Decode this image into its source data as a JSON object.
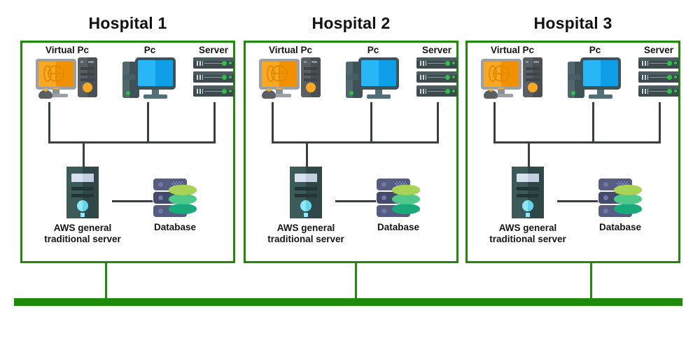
{
  "diagram": {
    "bus": {
      "name": "network-bus",
      "color": "#1f8a07"
    },
    "frame_color": "#1f8a07",
    "link_color": "#3a3f42",
    "hospitals": [
      {
        "title": "Hospital 1",
        "nodes": [
          {
            "label": "Virtual Pc",
            "icon": "virtual-pc-icon"
          },
          {
            "label": "Pc",
            "icon": "pc-icon"
          },
          {
            "label": "Server",
            "icon": "server-rack-icon"
          }
        ],
        "server": {
          "label": "AWS general\ntraditional server",
          "icon": "aws-server-tower-icon"
        },
        "database": {
          "label": "Database",
          "icon": "database-icon"
        }
      },
      {
        "title": "Hospital 2",
        "nodes": [
          {
            "label": "Virtual Pc",
            "icon": "virtual-pc-icon"
          },
          {
            "label": "Pc",
            "icon": "pc-icon"
          },
          {
            "label": "Server",
            "icon": "server-rack-icon"
          }
        ],
        "server": {
          "label": "AWS general\ntraditional server",
          "icon": "aws-server-tower-icon"
        },
        "database": {
          "label": "Database",
          "icon": "database-icon"
        }
      },
      {
        "title": "Hospital 3",
        "nodes": [
          {
            "label": "Virtual Pc",
            "icon": "virtual-pc-icon"
          },
          {
            "label": "Pc",
            "icon": "pc-icon"
          },
          {
            "label": "Server",
            "icon": "server-rack-icon"
          }
        ],
        "server": {
          "label": "AWS general\ntraditional server",
          "icon": "aws-server-tower-icon"
        },
        "database": {
          "label": "Database",
          "icon": "database-icon"
        }
      }
    ]
  }
}
